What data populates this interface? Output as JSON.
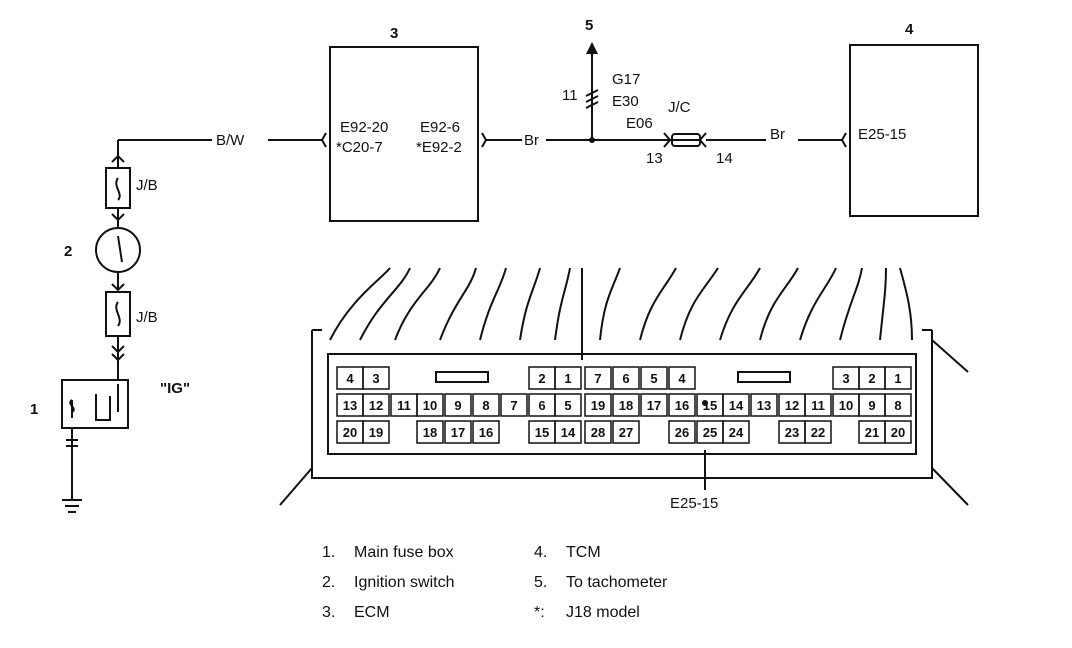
{
  "components": {
    "fuse_box_num": "1",
    "ign_switch_num": "2",
    "ecm_num": "3",
    "tcm_num": "4",
    "tacho_num": "5",
    "ig_label": "\"IG\"",
    "jb_upper": "J/B",
    "jb_lower": "J/B",
    "jc": "J/C"
  },
  "wires": {
    "bw": "B/W",
    "br_left": "Br",
    "br_right": "Br"
  },
  "connectors": {
    "ecm_in_1": "E92-20",
    "ecm_in_2": "*C20-7",
    "ecm_out_1": "E92-6",
    "ecm_out_2": "*E92-2",
    "g17": "G17",
    "e30": "E30",
    "e06": "E06",
    "split_11": "11",
    "jc_13": "13",
    "jc_14": "14",
    "tcm_in": "E25-15",
    "callout": "E25-15"
  },
  "tcm_connector": {
    "top_row": [
      "4",
      "3",
      "2",
      "1",
      "7",
      "6",
      "5",
      "4",
      "3",
      "2",
      "1"
    ],
    "mid_row": [
      "13",
      "12",
      "11",
      "10",
      "9",
      "8",
      "7",
      "6",
      "5",
      "19",
      "18",
      "17",
      "16",
      "15",
      "14",
      "13",
      "12",
      "11",
      "10",
      "9",
      "8"
    ],
    "bottom_row": [
      "20",
      "19",
      "18",
      "17",
      "16",
      "15",
      "14",
      "28",
      "27",
      "26",
      "25",
      "24",
      "23",
      "22",
      "21",
      "20"
    ]
  },
  "legend": [
    {
      "num": "1.",
      "text": "Main fuse box"
    },
    {
      "num": "2.",
      "text": "Ignition switch"
    },
    {
      "num": "3.",
      "text": "ECM"
    },
    {
      "num": "4.",
      "text": "TCM"
    },
    {
      "num": "5.",
      "text": "To tachometer"
    },
    {
      "num": "*:",
      "text": "J18 model"
    }
  ]
}
